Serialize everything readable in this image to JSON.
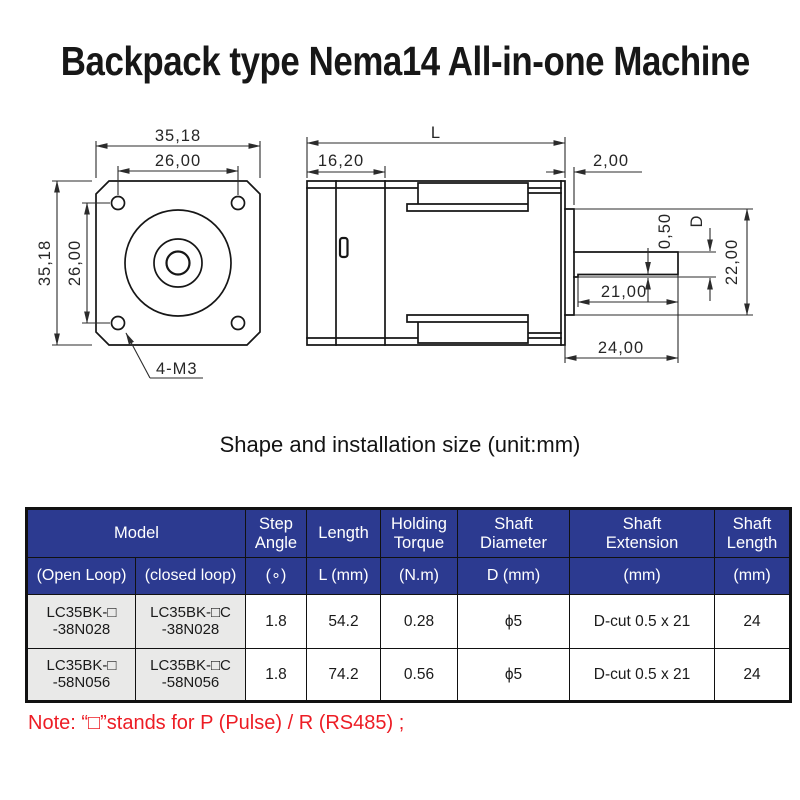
{
  "title": "Backpack type Nema14 All-in-one Machine",
  "caption": "Shape and installation size (unit:mm)",
  "note": "Note: “□”stands for P (Pulse) / R (RS485) ;",
  "drawing": {
    "front": {
      "width": "35,18",
      "bolt_h": "26,00",
      "height": "35,18",
      "bolt_v": "26,00",
      "holes": "4-M3"
    },
    "side": {
      "length": "L",
      "rear": "16,20",
      "boss": "2,00",
      "cut_depth": "0,50",
      "dia": "D",
      "pilot": "22,00",
      "cut_len": "21,00",
      "shaft_len": "24,00"
    }
  },
  "table": {
    "header1": {
      "model": "Model",
      "step_angle": "Step\nAngle",
      "length": "Length",
      "torque": "Holding\nTorque",
      "shaft_dia": "Shaft\nDiameter",
      "shaft_ext": "Shaft\nExtension",
      "shaft_len": "Shaft\nLength"
    },
    "header2": [
      "(Open Loop)",
      "(closed loop)",
      "(∘)",
      "L (mm)",
      "(N.m)",
      "D (mm)",
      "(mm)",
      "(mm)"
    ],
    "rows": [
      [
        "LC35BK-□\n-38N028",
        "LC35BK-□C\n-38N028",
        "1.8",
        "54.2",
        "0.28",
        "ϕ5",
        "D-cut 0.5 x 21",
        "24"
      ],
      [
        "LC35BK-□\n-58N056",
        "LC35BK-□C\n-58N056",
        "1.8",
        "74.2",
        "0.56",
        "ϕ5",
        "D-cut 0.5 x 21",
        "24"
      ]
    ]
  }
}
